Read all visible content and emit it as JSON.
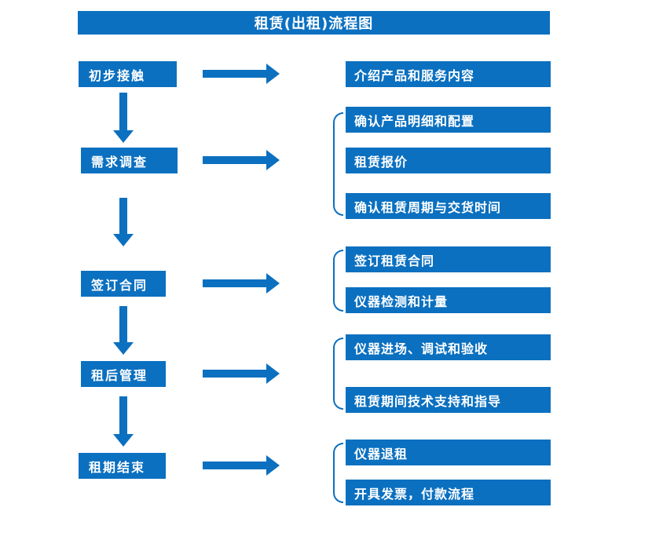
{
  "title": "租赁(出租)流程图",
  "colors": {
    "primary": "#0b70c0",
    "text": "#ffffff",
    "background": "#ffffff"
  },
  "steps": [
    {
      "label": "初步接触",
      "details": [
        "介绍产品和服务内容"
      ]
    },
    {
      "label": "需求调查",
      "details": [
        "确认产品明细和配置",
        "租赁报价",
        "确认租赁周期与交货时间"
      ]
    },
    {
      "label": "签订合同",
      "details": [
        "签订租赁合同",
        "仪器检测和计量"
      ]
    },
    {
      "label": "租后管理",
      "details": [
        "仪器进场、调试和验收",
        "租赁期间技术支持和指导"
      ]
    },
    {
      "label": "租期结束",
      "details": [
        "仪器退租",
        "开具发票，付款流程"
      ]
    }
  ]
}
